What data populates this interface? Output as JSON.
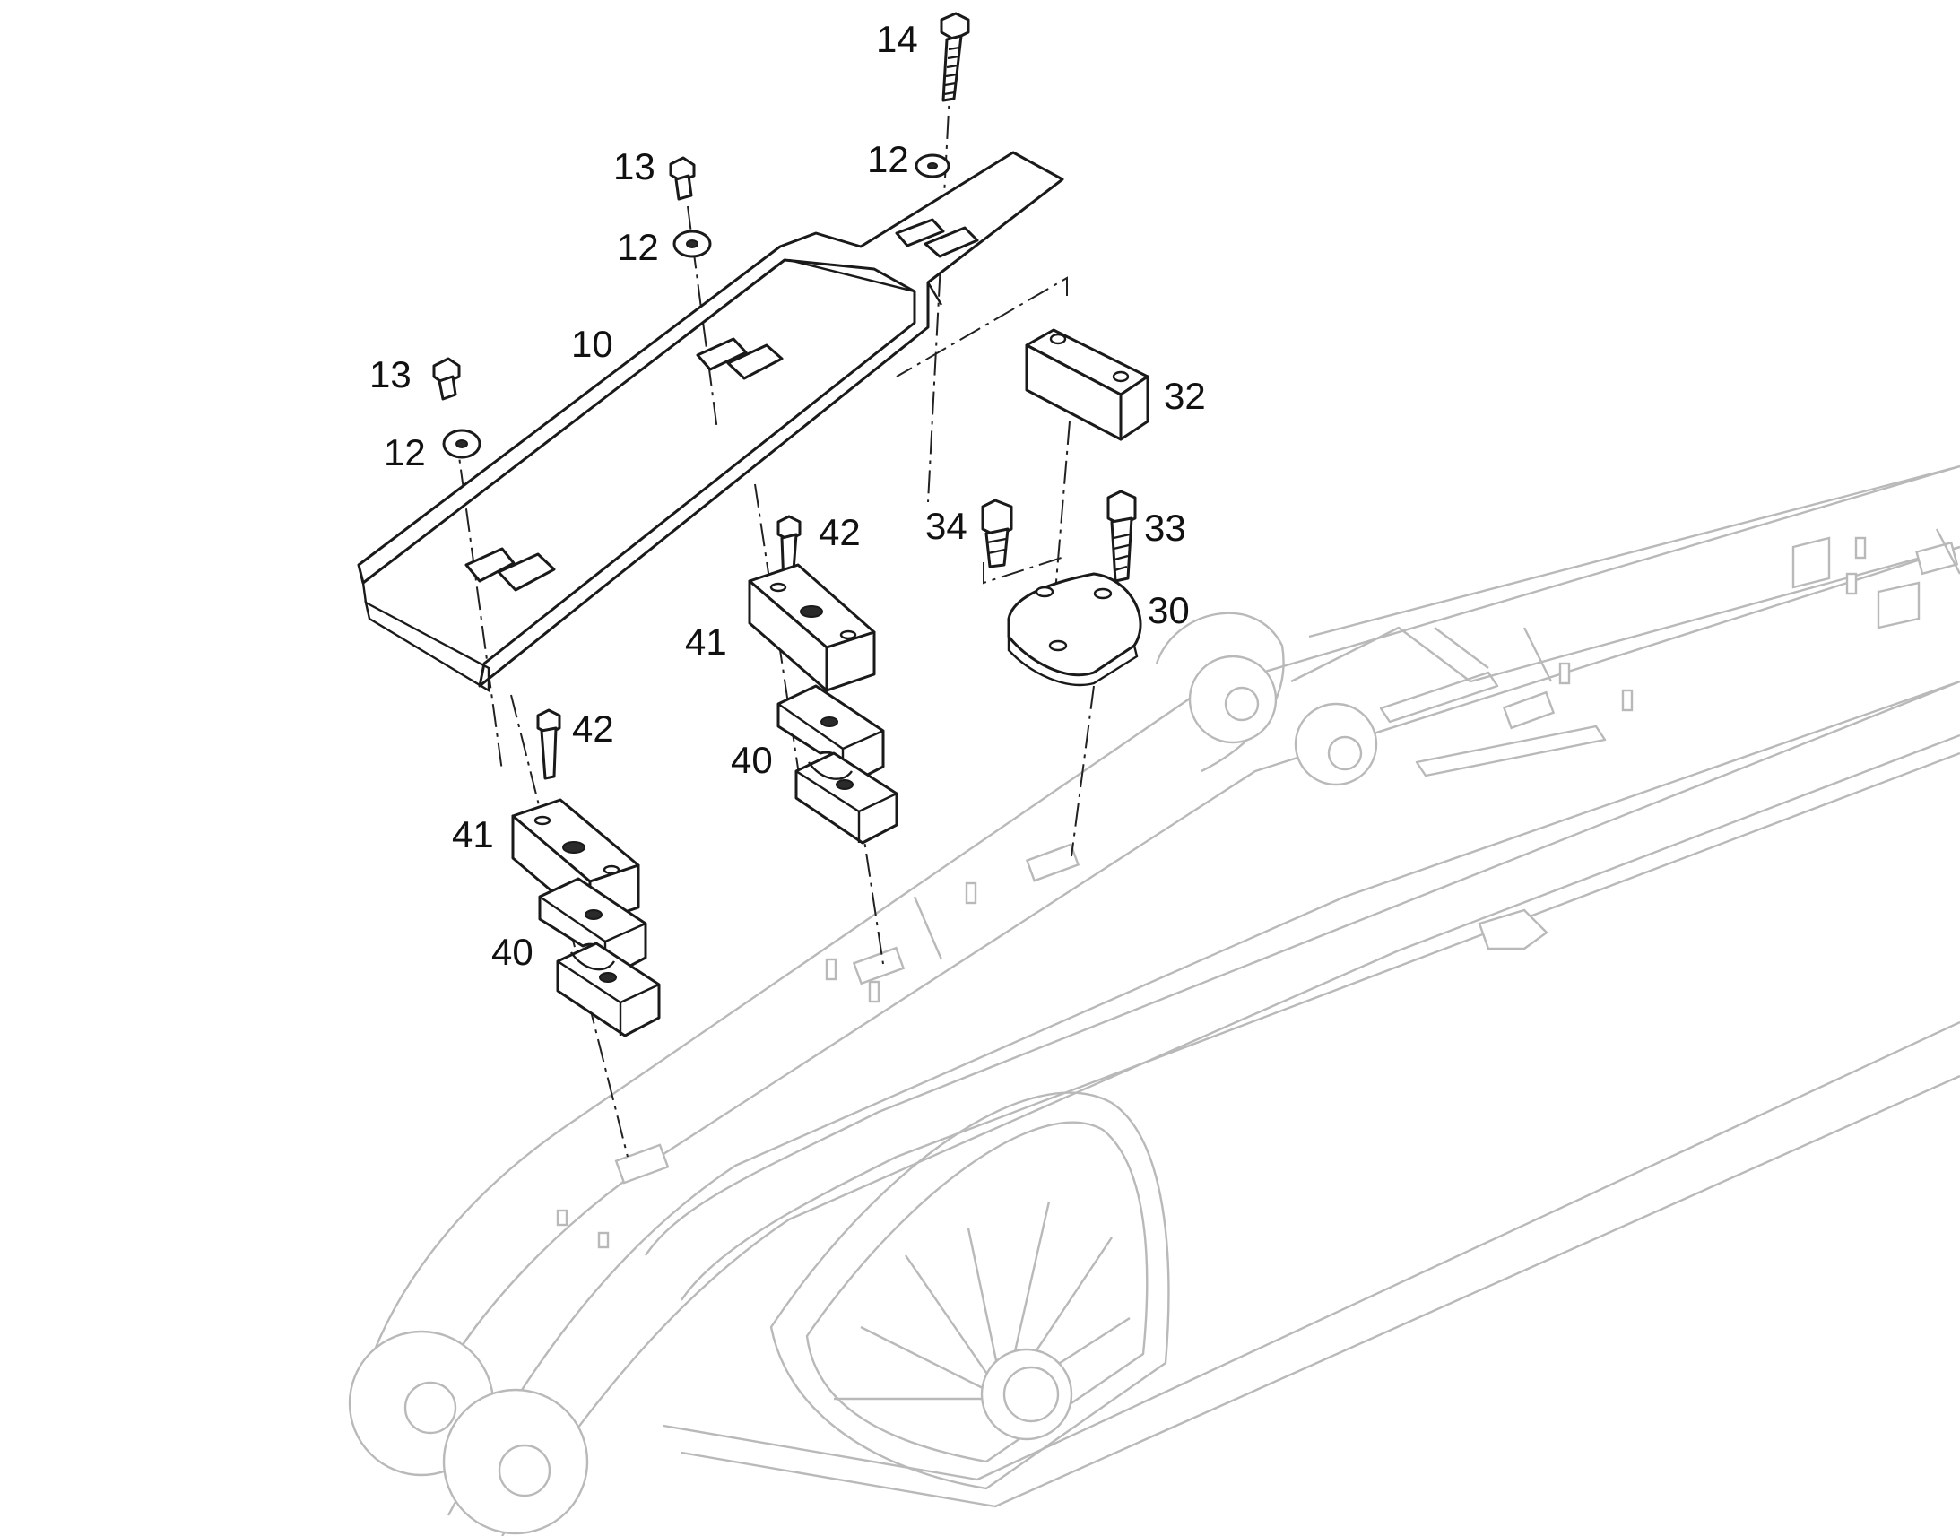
{
  "diagram": {
    "colors": {
      "line": "#1a1a1a",
      "boom_outline": "#b9b9b9",
      "background": "#ffffff"
    },
    "callouts": [
      {
        "id": "c14",
        "text": "14"
      },
      {
        "id": "c12a",
        "text": "12"
      },
      {
        "id": "c13a",
        "text": "13"
      },
      {
        "id": "c12b",
        "text": "12"
      },
      {
        "id": "c10",
        "text": "10"
      },
      {
        "id": "c13b",
        "text": "13"
      },
      {
        "id": "c12c",
        "text": "12"
      },
      {
        "id": "c32",
        "text": "32"
      },
      {
        "id": "c42a",
        "text": "42"
      },
      {
        "id": "c34",
        "text": "34"
      },
      {
        "id": "c33",
        "text": "33"
      },
      {
        "id": "c30",
        "text": "30"
      },
      {
        "id": "c41a",
        "text": "41"
      },
      {
        "id": "c40a",
        "text": "40"
      },
      {
        "id": "c42b",
        "text": "42"
      },
      {
        "id": "c41b",
        "text": "41"
      },
      {
        "id": "c40b",
        "text": "40"
      }
    ]
  }
}
